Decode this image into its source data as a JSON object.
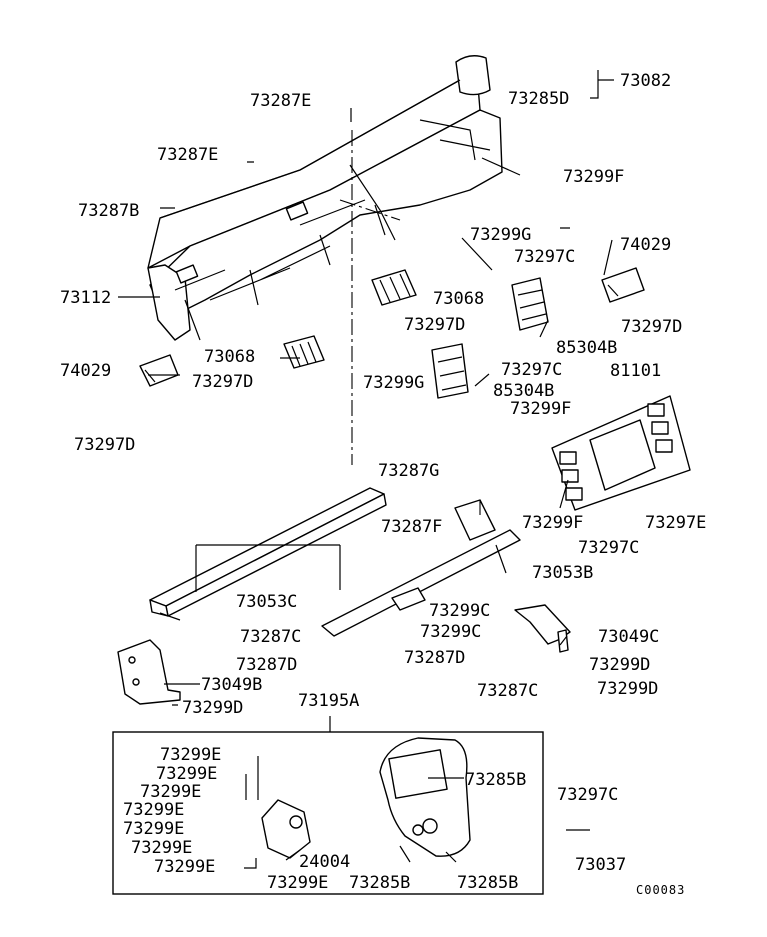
{
  "diagram_code": "C00083",
  "callouts": [
    {
      "id": "73082",
      "text": "73082"
    },
    {
      "id": "73285D",
      "text": "73285D"
    },
    {
      "id": "73287E_a",
      "text": "73287E"
    },
    {
      "id": "73287E_b",
      "text": "73287E"
    },
    {
      "id": "73299F_a",
      "text": "73299F"
    },
    {
      "id": "73287B",
      "text": "73287B"
    },
    {
      "id": "73299G_a",
      "text": "73299G"
    },
    {
      "id": "74029_a",
      "text": "74029"
    },
    {
      "id": "73297C_a",
      "text": "73297C"
    },
    {
      "id": "73112",
      "text": "73112"
    },
    {
      "id": "73068_a",
      "text": "73068"
    },
    {
      "id": "73297D_a",
      "text": "73297D"
    },
    {
      "id": "73297D_b",
      "text": "73297D"
    },
    {
      "id": "85304B_a",
      "text": "85304B"
    },
    {
      "id": "73068_b",
      "text": "73068"
    },
    {
      "id": "73297C_b",
      "text": "73297C"
    },
    {
      "id": "74029_b",
      "text": "74029"
    },
    {
      "id": "73297D_c",
      "text": "73297D"
    },
    {
      "id": "73299G_b",
      "text": "73299G"
    },
    {
      "id": "85304B_b",
      "text": "85304B"
    },
    {
      "id": "81101",
      "text": "81101"
    },
    {
      "id": "73299F_b",
      "text": "73299F"
    },
    {
      "id": "73297D_d",
      "text": "73297D"
    },
    {
      "id": "73287G",
      "text": "73287G"
    },
    {
      "id": "73287F",
      "text": "73287F"
    },
    {
      "id": "73299F_c",
      "text": "73299F"
    },
    {
      "id": "73297E",
      "text": "73297E"
    },
    {
      "id": "73297C_c",
      "text": "73297C"
    },
    {
      "id": "73053B",
      "text": "73053B"
    },
    {
      "id": "73053C",
      "text": "73053C"
    },
    {
      "id": "73299C_a",
      "text": "73299C"
    },
    {
      "id": "73299C_b",
      "text": "73299C"
    },
    {
      "id": "73049C",
      "text": "73049C"
    },
    {
      "id": "73287C_a",
      "text": "73287C"
    },
    {
      "id": "73287D_a",
      "text": "73287D"
    },
    {
      "id": "73287D_b",
      "text": "73287D"
    },
    {
      "id": "73299D_a",
      "text": "73299D"
    },
    {
      "id": "73049B",
      "text": "73049B"
    },
    {
      "id": "73287C_b",
      "text": "73287C"
    },
    {
      "id": "73299D_b",
      "text": "73299D"
    },
    {
      "id": "73299D_c",
      "text": "73299D"
    },
    {
      "id": "73195A",
      "text": "73195A"
    },
    {
      "id": "73299E_1",
      "text": "73299E"
    },
    {
      "id": "73299E_2",
      "text": "73299E"
    },
    {
      "id": "73299E_3",
      "text": "73299E"
    },
    {
      "id": "73299E_4",
      "text": "73299E"
    },
    {
      "id": "73299E_5",
      "text": "73299E"
    },
    {
      "id": "73299E_6",
      "text": "73299E"
    },
    {
      "id": "73299E_7",
      "text": "73299E"
    },
    {
      "id": "73285B_a",
      "text": "73285B"
    },
    {
      "id": "73297C_d",
      "text": "73297C"
    },
    {
      "id": "24004",
      "text": "24004"
    },
    {
      "id": "73299E_8",
      "text": "73299E"
    },
    {
      "id": "73285B_b",
      "text": "73285B"
    },
    {
      "id": "73285B_c",
      "text": "73285B"
    },
    {
      "id": "73037",
      "text": "73037"
    }
  ]
}
